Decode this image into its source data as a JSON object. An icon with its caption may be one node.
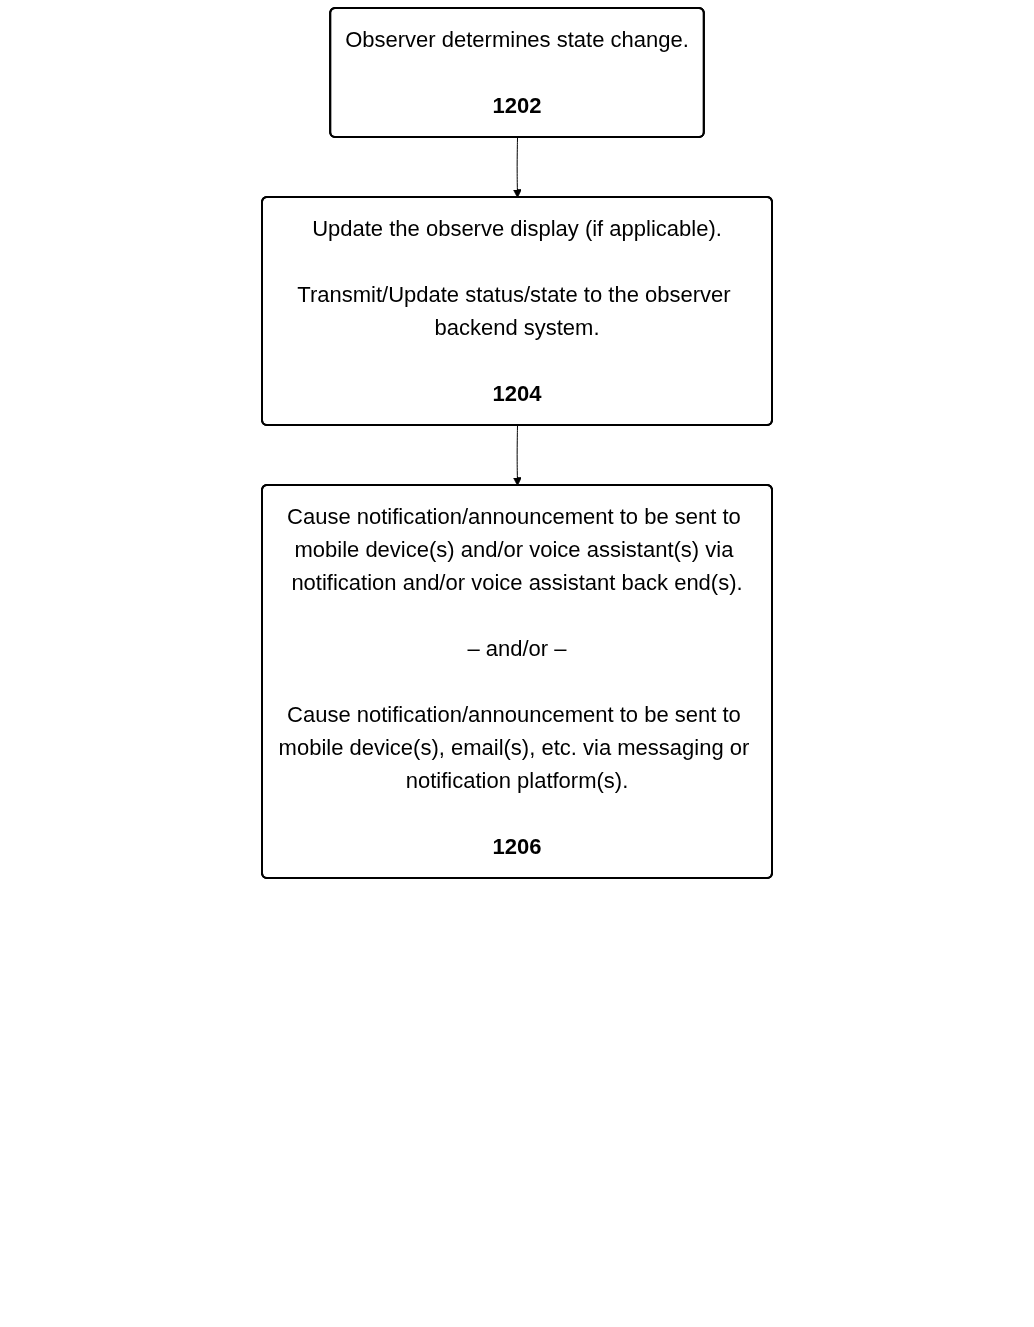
{
  "diagram": {
    "nodes": [
      {
        "text": [
          "Observer determines state change.",
          "1202"
        ]
      },
      {
        "text": [
          "Update the observe display (if applicable).",
          "Transmit/Update status/state to the observer backend system.",
          "1204"
        ]
      },
      {
        "text": [
          "Cause notification/announcement to be sent to mobile device(s) and/or voice assistant(s) via notification and/or voice assistant back end(s).",
          "– and/or –",
          "Cause notification/announcement to be sent to mobile device(s), email(s), etc. via messaging or notification platform(s).",
          "1206"
        ]
      }
    ],
    "edges": [
      {
        "from": 0,
        "to": 1,
        "arrow": "to"
      },
      {
        "from": 1,
        "to": 2,
        "arrow": "to"
      }
    ]
  }
}
